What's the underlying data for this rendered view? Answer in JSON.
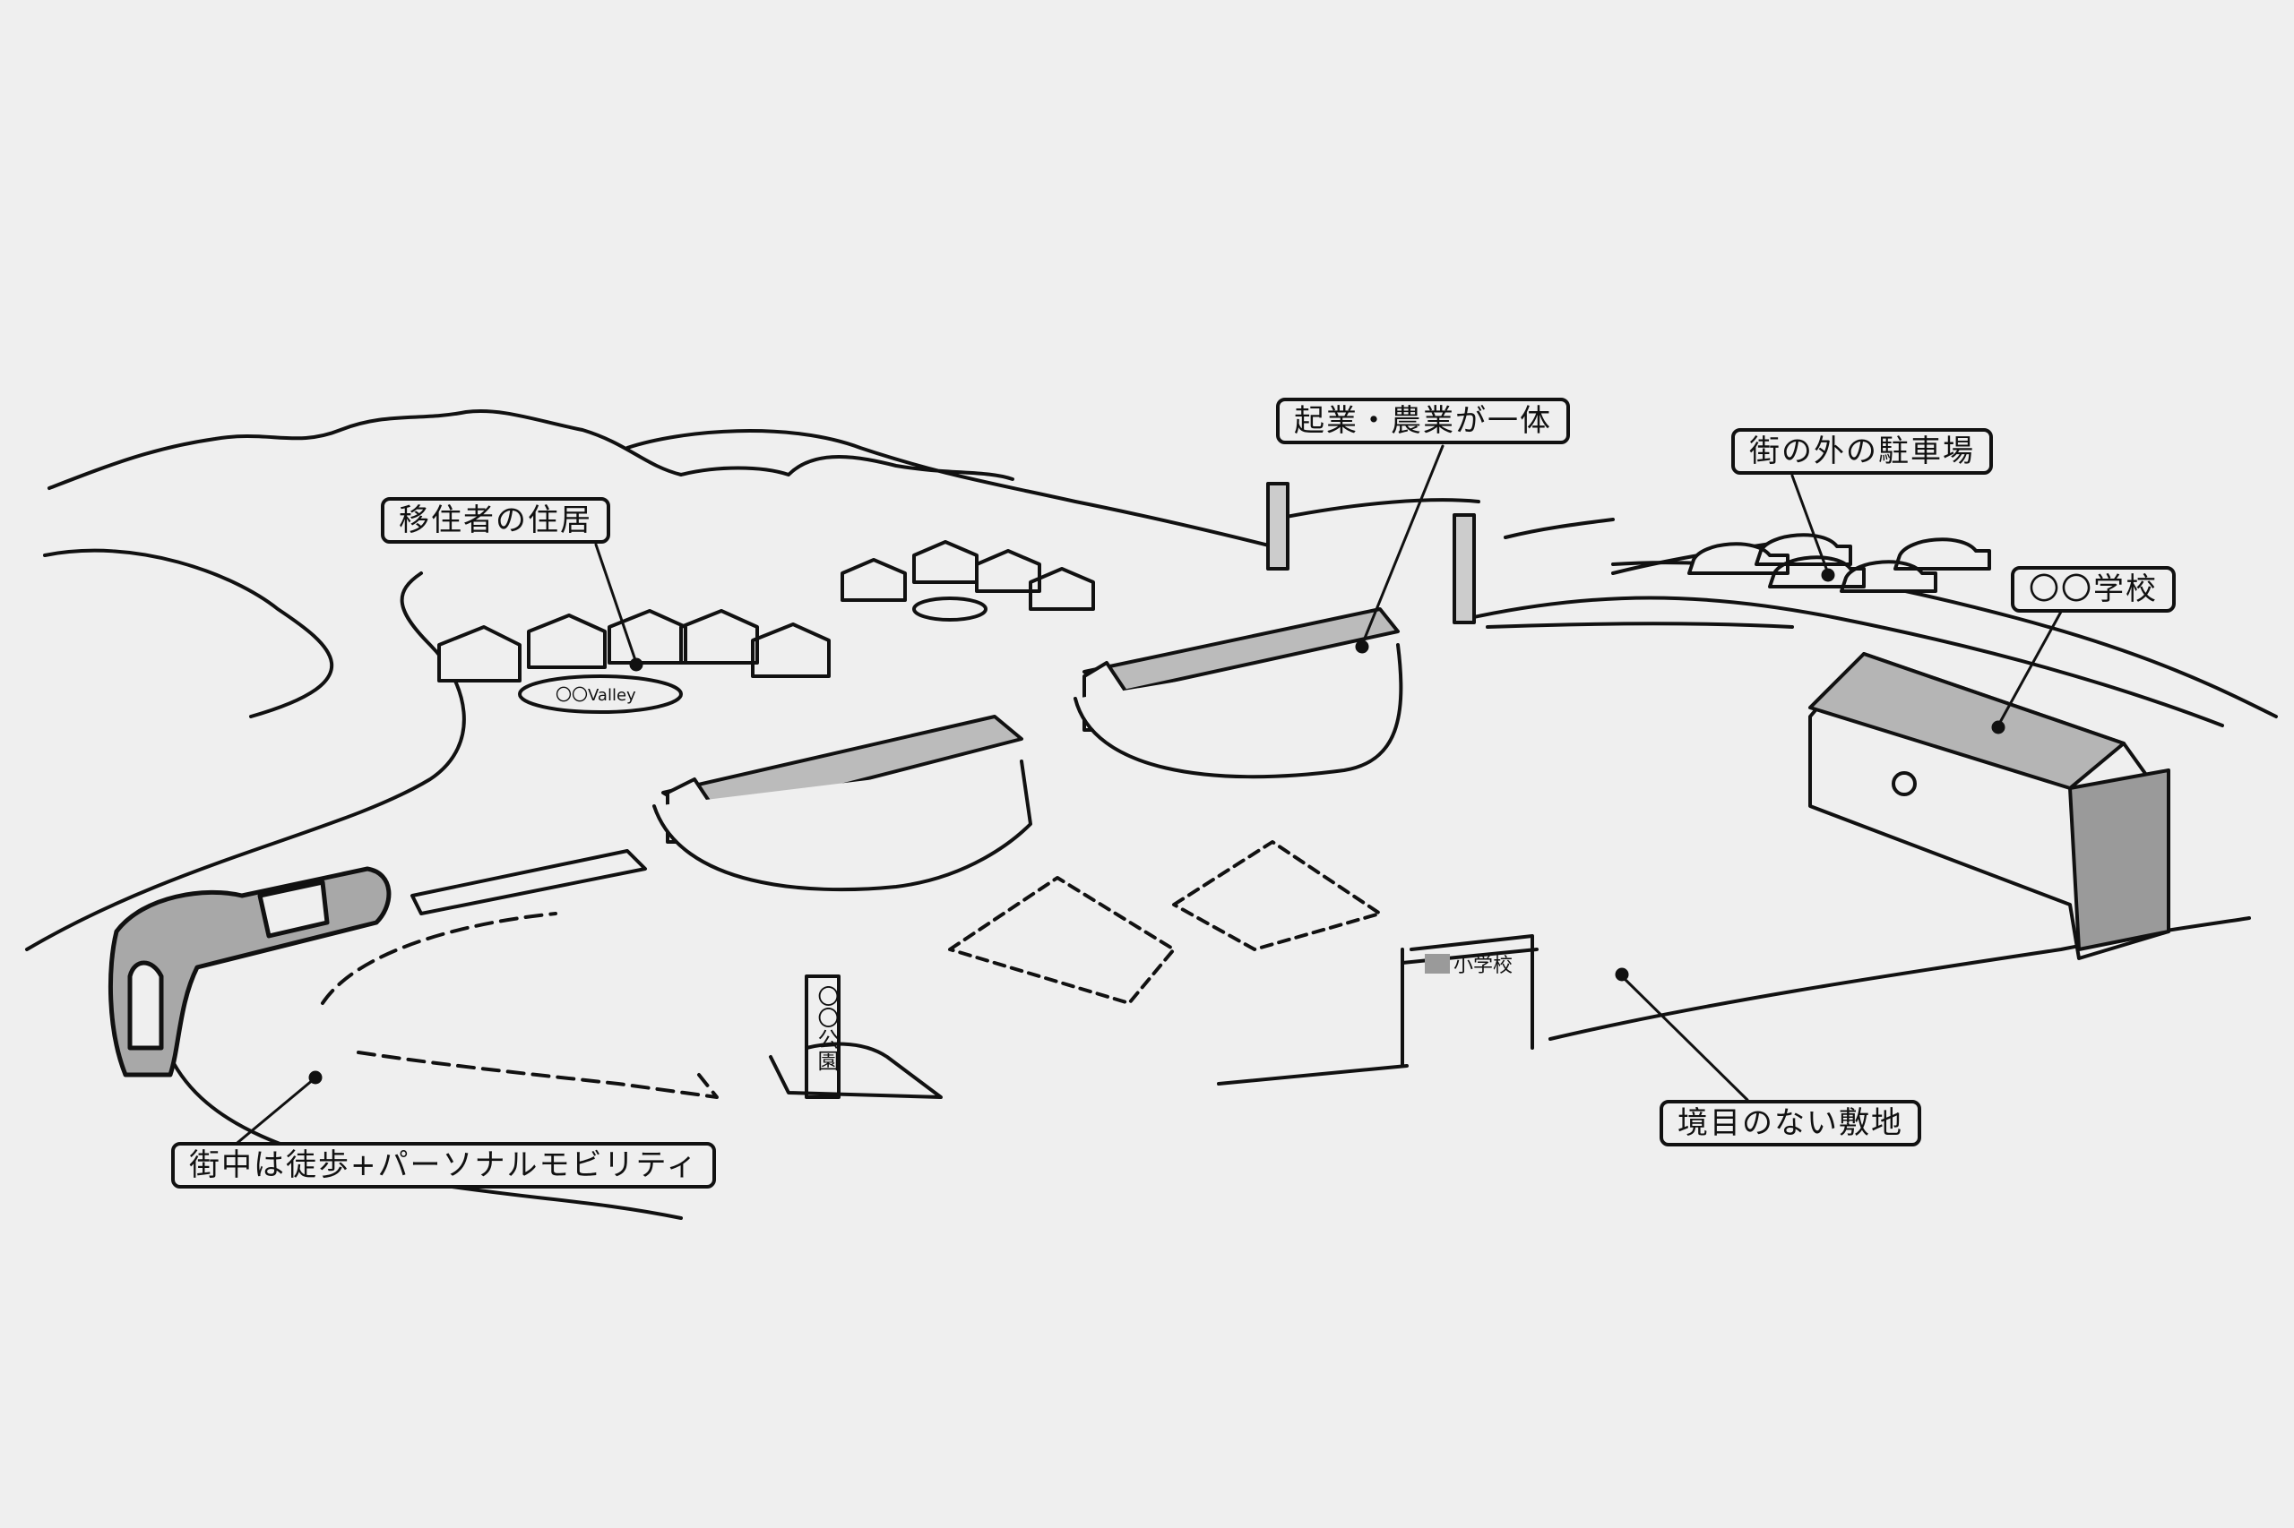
{
  "labels": {
    "residences": "移住者の住居",
    "startup_farming": "起業・農業が一体",
    "parking": "街の外の駐車場",
    "school": "〇〇学校",
    "borderless_site": "境目のない敷地",
    "mobility": "街中は徒歩+パーソナルモビリティ"
  },
  "signs": {
    "valley": "〇〇Valley",
    "park": "〇〇公園",
    "elementary_school": "小学校"
  },
  "colors": {
    "background": "#efefef",
    "ink": "#111111",
    "shade": "#9a9a9a"
  }
}
